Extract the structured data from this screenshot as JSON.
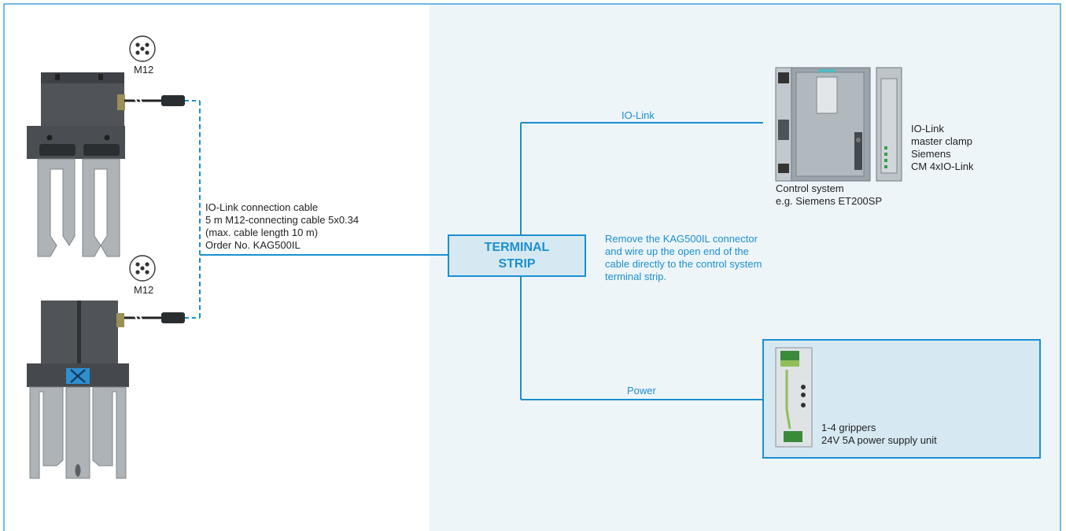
{
  "connectors": {
    "top_label": "M12",
    "bottom_label": "M12"
  },
  "cable": {
    "lines": [
      "IO-Link connection cable",
      "5 m M12-connecting cable 5x0.34",
      "(max. cable length 10 m)",
      "Order No. KAG500IL"
    ]
  },
  "terminal_strip": {
    "line1": "TERMINAL",
    "line2": "STRIP"
  },
  "note": {
    "lines": [
      "Remove the KAG500IL connector",
      "and wire up the open end of the",
      "cable directly to the control system",
      "terminal strip."
    ]
  },
  "io_link": {
    "label": "IO-Link"
  },
  "control_system": {
    "lines": [
      "Control system",
      "e.g. Siemens ET200SP"
    ]
  },
  "master_clamp": {
    "lines": [
      "IO-Link",
      "master clamp",
      "Siemens",
      "CM 4xIO-Link"
    ]
  },
  "power": {
    "label": "Power"
  },
  "power_supply": {
    "lines": [
      "1-4 grippers",
      "24V 5A power supply unit"
    ]
  },
  "colors": {
    "accent": "#1b8fcf",
    "panel_bg": "#eef5f9",
    "box_bg": "#d6e9f3",
    "device_gray": "#9aa4ab"
  }
}
